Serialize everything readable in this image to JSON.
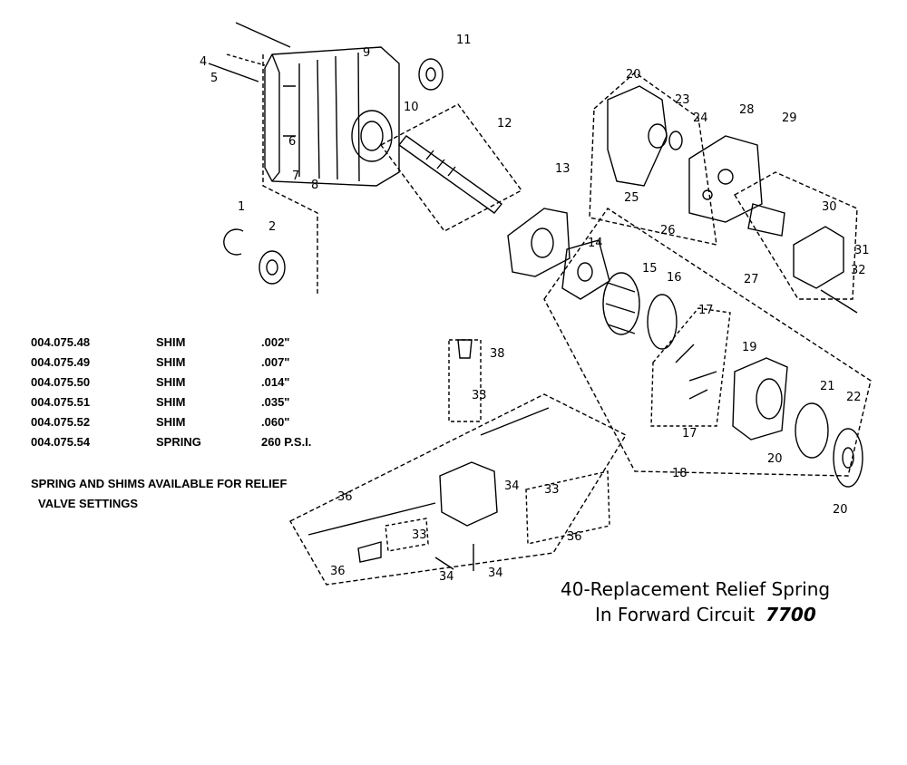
{
  "callouts": [
    {
      "id": "c1",
      "text": "1"
    },
    {
      "id": "c2",
      "text": "2"
    },
    {
      "id": "c4",
      "text": "4"
    },
    {
      "id": "c5",
      "text": "5"
    },
    {
      "id": "c6",
      "text": "6"
    },
    {
      "id": "c7",
      "text": "7"
    },
    {
      "id": "c8",
      "text": "8"
    },
    {
      "id": "c9",
      "text": "9"
    },
    {
      "id": "c10",
      "text": "10"
    },
    {
      "id": "c11",
      "text": "11"
    },
    {
      "id": "c12",
      "text": "12"
    },
    {
      "id": "c13",
      "text": "13"
    },
    {
      "id": "c14",
      "text": "14"
    },
    {
      "id": "c15",
      "text": "15"
    },
    {
      "id": "c16",
      "text": "16"
    },
    {
      "id": "c17a",
      "text": "17"
    },
    {
      "id": "c17b",
      "text": "17"
    },
    {
      "id": "c18",
      "text": "18"
    },
    {
      "id": "c19",
      "text": "19"
    },
    {
      "id": "c20a",
      "text": "20"
    },
    {
      "id": "c20b",
      "text": "20"
    },
    {
      "id": "c20c",
      "text": "20"
    },
    {
      "id": "c21",
      "text": "21"
    },
    {
      "id": "c22",
      "text": "22"
    },
    {
      "id": "c23",
      "text": "23"
    },
    {
      "id": "c24",
      "text": "24"
    },
    {
      "id": "c25",
      "text": "25"
    },
    {
      "id": "c26",
      "text": "26"
    },
    {
      "id": "c27",
      "text": "27"
    },
    {
      "id": "c28",
      "text": "28"
    },
    {
      "id": "c29",
      "text": "29"
    },
    {
      "id": "c30",
      "text": "30"
    },
    {
      "id": "c31",
      "text": "31"
    },
    {
      "id": "c32",
      "text": "32"
    },
    {
      "id": "c33a",
      "text": "33"
    },
    {
      "id": "c33b",
      "text": "33"
    },
    {
      "id": "c33c",
      "text": "33"
    },
    {
      "id": "c34a",
      "text": "34"
    },
    {
      "id": "c34b",
      "text": "34"
    },
    {
      "id": "c34c",
      "text": "34"
    },
    {
      "id": "c36a",
      "text": "36"
    },
    {
      "id": "c36b",
      "text": "36"
    },
    {
      "id": "c36c",
      "text": "36"
    },
    {
      "id": "c38",
      "text": "38"
    }
  ],
  "parts_table": [
    {
      "number": "004.075.48",
      "description": "SHIM",
      "value": ".002\""
    },
    {
      "number": "004.075.49",
      "description": "SHIM",
      "value": ".007\""
    },
    {
      "number": "004.075.50",
      "description": "SHIM",
      "value": ".014\""
    },
    {
      "number": "004.075.51",
      "description": "SHIM",
      "value": ".035\""
    },
    {
      "number": "004.075.52",
      "description": "SHIM",
      "value": ".060\""
    },
    {
      "number": "004.075.54",
      "description": "SPRING",
      "value": "260 P.S.I."
    }
  ],
  "note": {
    "line1": "SPRING AND SHIMS AVAILABLE FOR RELIEF",
    "line2": "VALVE SETTINGS"
  },
  "replacement": {
    "line1": "40-Replacement Relief Spring",
    "line2": "In Forward Circuit",
    "model": "7700"
  }
}
